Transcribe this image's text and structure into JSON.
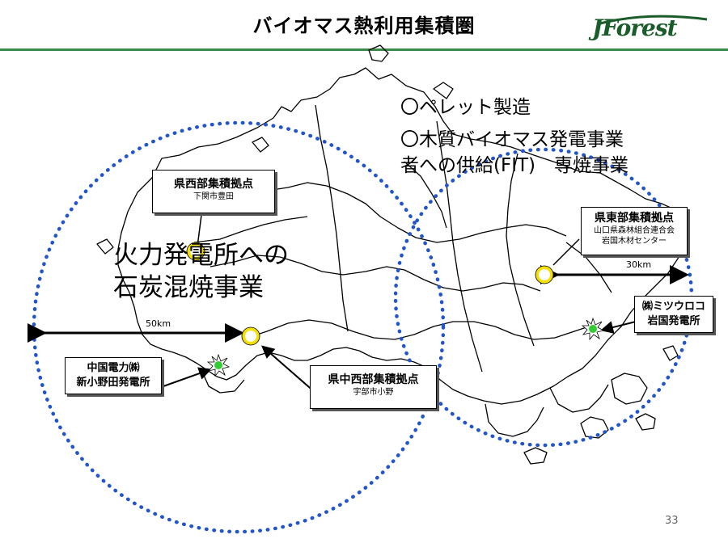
{
  "title": "バイオマス熱利用集積圏",
  "logo_text": "JForest",
  "notes": {
    "line1": "〇ペレット製造",
    "line2": "〇木質バイオマス発電事業",
    "line3": "者への供給(FIT)　専焼事業"
  },
  "coal": {
    "line1": "火力発電所への",
    "line2": "石炭混焼事業"
  },
  "boxes": {
    "west": {
      "title": "県西部集積拠点",
      "sub": "下関市豊田"
    },
    "central": {
      "title": "県中西部集積拠点",
      "sub": "宇部市小野"
    },
    "east": {
      "title": "県東部集積拠点",
      "sub1": "山口県森林組合連合会",
      "sub2": "岩国木材センター"
    },
    "chugoku": {
      "line1": "中国電力㈱",
      "line2": "新小野田発電所"
    },
    "mitsuuroko": {
      "line1": "㈱ミツウロコ",
      "line2": "岩国発電所"
    }
  },
  "distances": {
    "west": "50km",
    "east": "30km"
  },
  "page_number": "33",
  "colors": {
    "circle": "#2255cc",
    "hub": "#f5e000",
    "plant": "#33cc33",
    "logo": "#1a5c2a"
  }
}
